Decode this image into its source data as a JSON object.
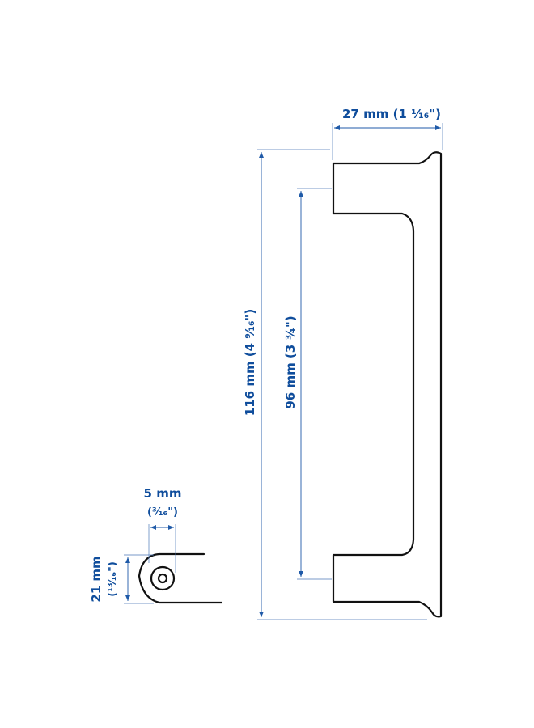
{
  "dimensions": {
    "overall_width": "27 mm (1 ¹⁄₁₆\")",
    "overall_length": "116 mm (4 ⁹⁄₁₆\")",
    "hole_spacing": "96 mm (3 ¾\")",
    "profile_thickness": "5 mm",
    "profile_thickness_imperial": "(³⁄₁₆\")",
    "profile_depth": "21 mm",
    "profile_depth_imperial": "(¹³⁄₁₆\")"
  },
  "colors": {
    "dimension": "#0f4d9c",
    "outline": "#111111"
  }
}
